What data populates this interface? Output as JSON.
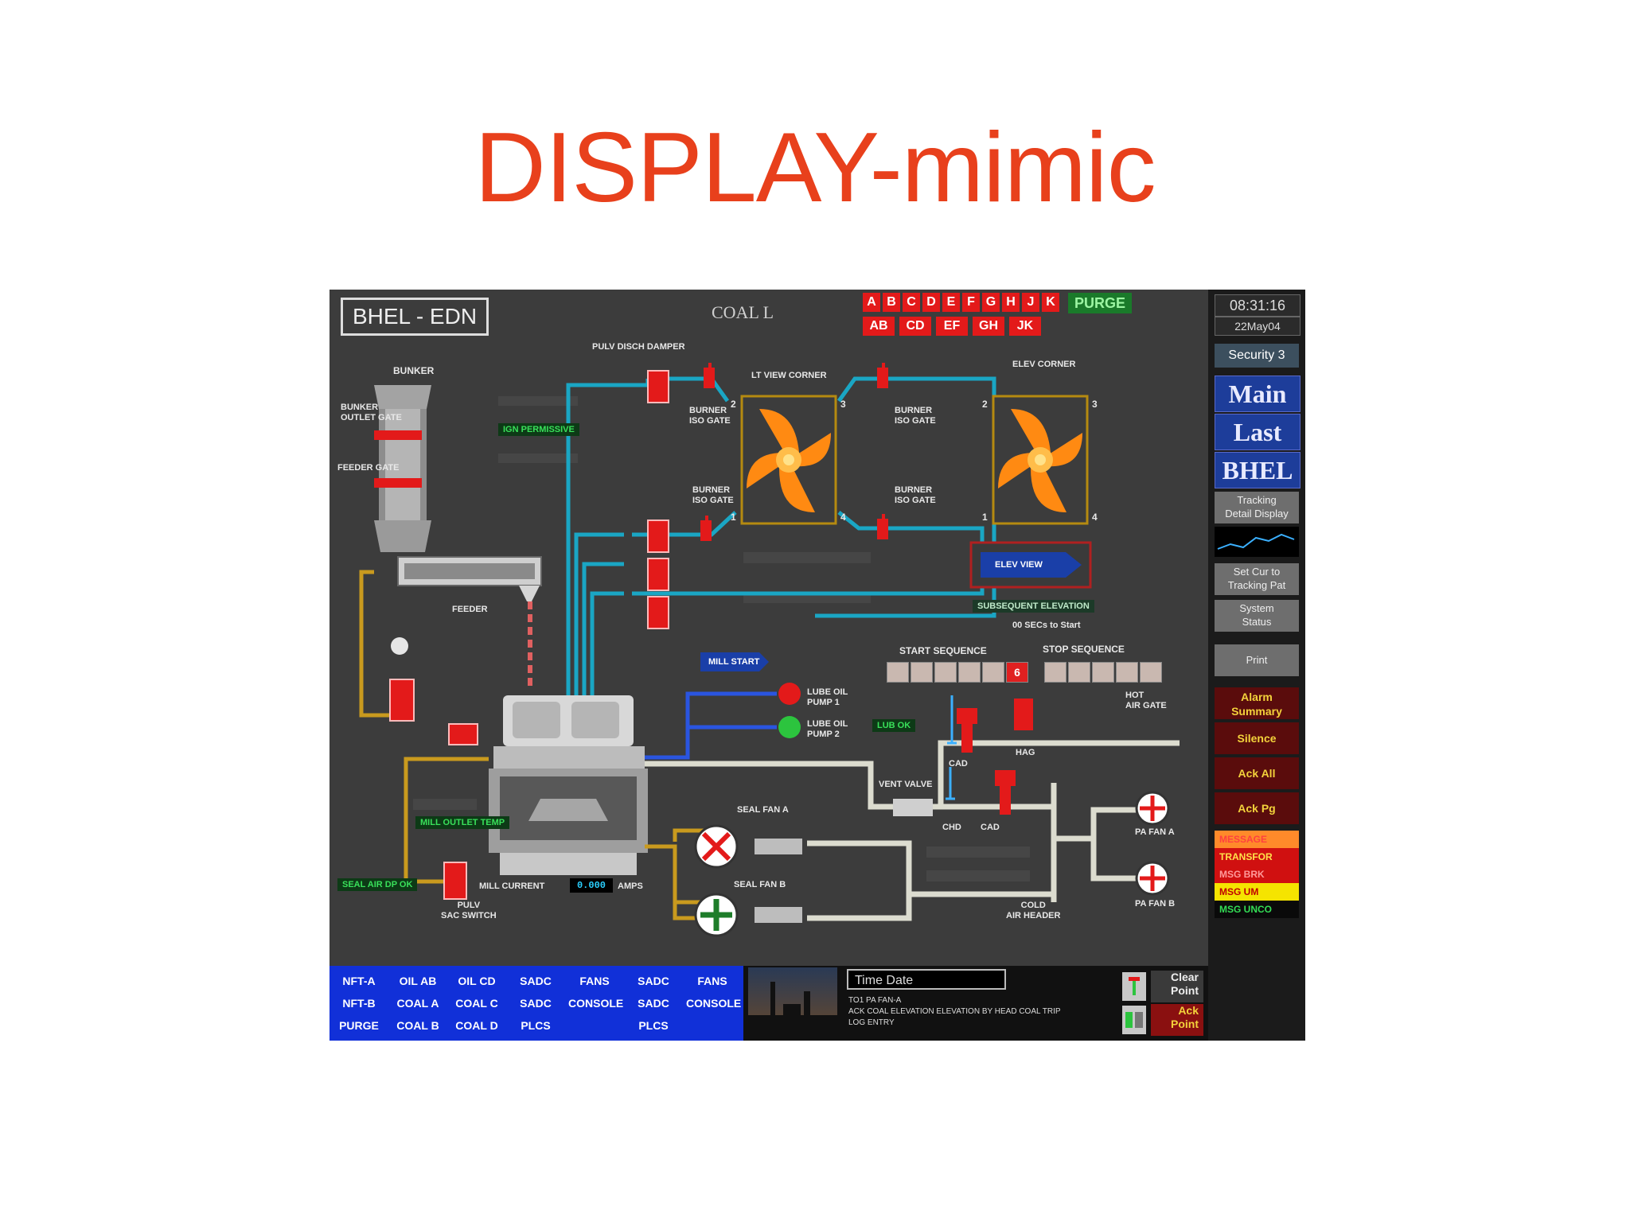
{
  "slide": {
    "title": "DISPLAY-mimic"
  },
  "header": {
    "system_name": "BHEL - EDN",
    "screen_title": "COAL L",
    "elevation_buttons_top": [
      "A",
      "B",
      "C",
      "D",
      "E",
      "F",
      "G",
      "H",
      "J",
      "K"
    ],
    "elevation_buttons_bottom": [
      "AB",
      "CD",
      "EF",
      "GH",
      "JK"
    ],
    "purge_label": "PURGE"
  },
  "labels": {
    "bunker": "BUNKER",
    "bunker_outlet_gate": "BUNKER\nOUTLET GATE",
    "feeder_gate": "FEEDER GATE",
    "ign_permissive": "IGN PERMISSIVE",
    "feeder": "FEEDER",
    "pulv_disch_damper": "PULV DISCH DAMPER",
    "burner_iso_gate_top": "BURNER\nISO GATE",
    "burner_iso_gate_bottom": "BURNER\nISO GATE",
    "burner_iso_gate_right_top": "BURNER\nISO GATE",
    "burner_iso_gate_right_bottom": "BURNER\nISO GATE",
    "corner_label_left": "LT VIEW CORNER",
    "corner_label_right": "ELEV CORNER",
    "corner_numbers": [
      "2",
      "3",
      "1",
      "4"
    ],
    "corner_numbers_right": [
      "2",
      "3",
      "1",
      "4"
    ],
    "elevation_button": "ELEV VIEW",
    "elevation_status": "SUBSEQUENT ELEVATION",
    "elevation_status_sub": "00 SECs to Start",
    "mill_state": "MILL START",
    "start_sequence": "START SEQUENCE",
    "stop_sequence": "STOP SEQUENCE",
    "start_step_active": "6",
    "lube_oil_pump_1": "LUBE OIL\nPUMP 1",
    "lube_oil_pump_2": "LUBE OIL\nPUMP 2",
    "lub_status": "LUB OK",
    "hot_air_gate": "HOT\nAIR GATE",
    "hag": "HAG",
    "cad": "CAD",
    "cad2": "CAD",
    "chd": "CHD",
    "vent_valve": "VENT VALVE",
    "pa_fan_a_label": "PA FAN A",
    "pa_fan_b_label": "PA FAN B",
    "seal_air_fan_a": "SEAL FAN A",
    "seal_air_fan_b": "SEAL FAN B",
    "cold_air_header": "COLD\nAIR HEADER",
    "mill_outlet_temp": "MILL OUTLET TEMP",
    "seal_air_dp": "SEAL AIR DP OK",
    "mill_current": "MILL CURRENT",
    "mill_current_value": "0.000",
    "mill_current_unit": "AMPS",
    "pulv_sac_switch": "PULV\nSAC SWITCH"
  },
  "right_panel": {
    "time": "08:31:16",
    "date": "22May04",
    "security": "Security 3",
    "nav": [
      "Main",
      "Last",
      "BHEL"
    ],
    "grey_buttons": [
      "Tracking\nDetail Display",
      "Set Cur to\nTracking Pat",
      "System\nStatus",
      "Print"
    ],
    "red_buttons": [
      "Alarm\nSummary",
      "Silence",
      "Ack All",
      "Ack Pg"
    ],
    "strips": [
      {
        "text": "MESSAGE",
        "bg": "#ff8a2a",
        "fg": "#ff4040"
      },
      {
        "text": "TRANSFOR",
        "bg": "#d01010",
        "fg": "#ffe34a"
      },
      {
        "text": "MSG  BRK",
        "bg": "#d01010",
        "fg": "#ff9a9a"
      },
      {
        "text": "MSG    UM",
        "bg": "#f5e400",
        "fg": "#c00000"
      },
      {
        "text": "MSG  UNCO",
        "bg": "#0a0a0a",
        "fg": "#33dd55"
      }
    ]
  },
  "bottom_bar": {
    "buttons": [
      [
        "NFT-A",
        "OIL AB",
        "OIL CD",
        "SADC",
        "FANS",
        "SADC",
        "FANS"
      ],
      [
        "NFT-B",
        "COAL A",
        "COAL C",
        "SADC",
        "CONSOLE",
        "SADC",
        "CONSOLE"
      ],
      [
        "PURGE",
        "COAL B",
        "COAL D",
        "PLCS",
        "",
        "PLCS",
        ""
      ]
    ],
    "alarm_line": "Time Date",
    "messages": [
      "TO1 PA FAN-A",
      "ACK COAL ELEVATION ELEVATION BY HEAD COAL TRIP",
      "LOG ENTRY"
    ],
    "action_buttons": [
      "Clear\nPoint",
      "Ack\nPoint"
    ]
  },
  "colors": {
    "title": "#e8401c",
    "background": "#3c3c3c",
    "pipe_blue": "#1aa6c4",
    "pipe_yellow": "#c99a1e",
    "pipe_white": "#dcdccf",
    "oil_blue": "#2a55e0",
    "alarm_red": "#e31a1a",
    "fan_orange": "#ff8a12"
  }
}
